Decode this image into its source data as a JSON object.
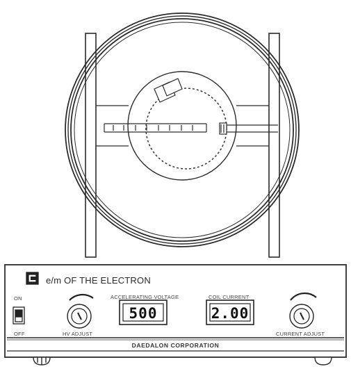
{
  "panel": {
    "title": "e/m OF THE ELECTRON",
    "switch_on_label": "ON",
    "switch_off_label": "OFF",
    "hv_adjust_label": "HV ADJUST",
    "accelerating_voltage_label": "ACCELERATING VOLTAGE",
    "accelerating_voltage_value": "500",
    "coil_current_label": "COIL CURRENT",
    "coil_current_value": "2.00",
    "current_adjust_label": "CURRENT ADJUST",
    "manufacturer": "DAEDALON CORPORATION"
  },
  "icons": {
    "logo": "logo-icon",
    "power_switch": "toggle-switch-icon",
    "knob": "knob-icon"
  },
  "colors": {
    "line": "#2b2b2b",
    "display_bg": "#ffffff"
  }
}
